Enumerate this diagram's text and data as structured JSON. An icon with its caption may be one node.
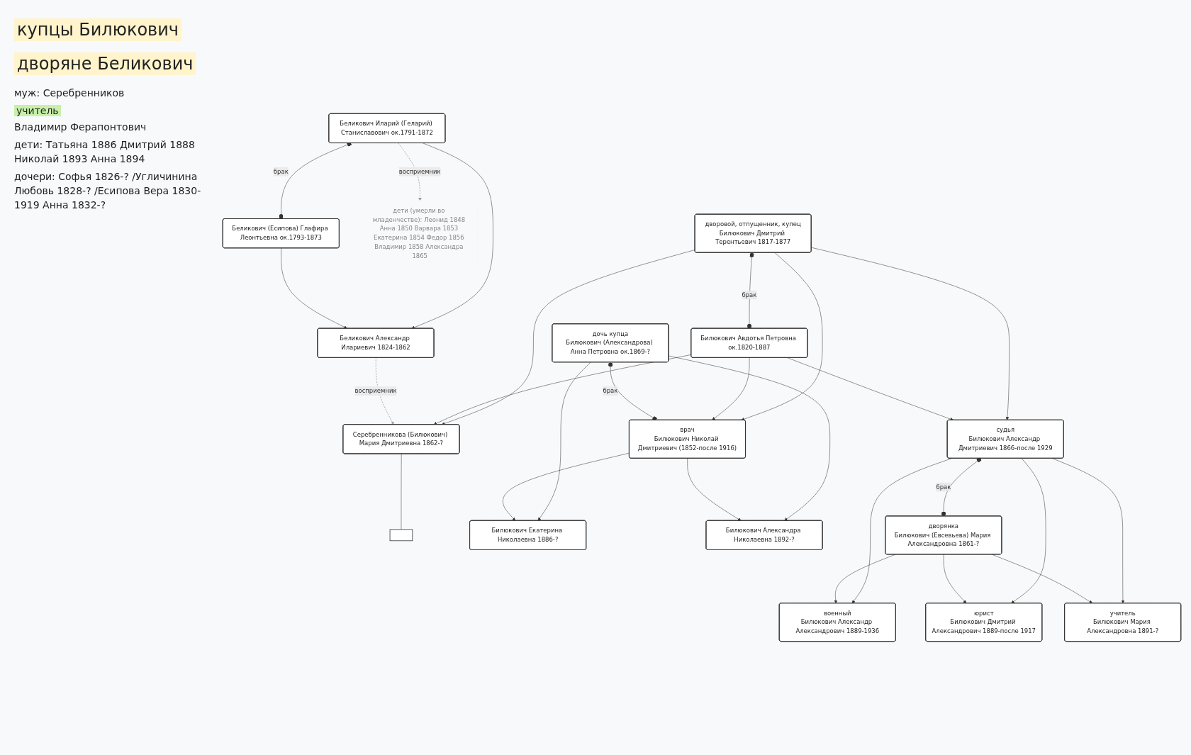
{
  "diagram": {
    "nodes": [
      {
        "text": [
          "дворовой, отпущенник, купец",
          "Билюкович Дмитрий Терентьевич 1817-1877"
        ]
      },
      {
        "text": [
          "Билюкович Авдотья Петровна ок.1820-1887"
        ]
      },
      {
        "text": [
          "дочь купца",
          "Билюкович (Александрова) Анна Петровна ок.1869-?"
        ]
      },
      {
        "text": [
          "врач",
          "Билюкович Николай Дмитриевич (1852-после 1916)"
        ]
      },
      {
        "text": [
          "Серебренникова (Билюкович) Мария Дмитриевна 1862-?"
        ]
      },
      {
        "text": [
          "судья",
          "Билюкович Александр Дмитриевич 1866-после 1929"
        ]
      },
      {
        "text": [
          "дворянка",
          "Билюкович (Евсевьева) Мария Александровна 1861-?"
        ]
      },
      {
        "text": [
          "Билюкович Екатерина Николаевна 1886-?"
        ]
      },
      {
        "text": [
          "Билюкович Александра Николаевна 1892-?"
        ]
      },
      {
        "text": [
          "военный",
          "Билюкович Александр Александрович 1889-1936"
        ]
      },
      {
        "text": [
          "юрист",
          "Билюкович Дмитрий Александрович 1889-после 1917"
        ]
      },
      {
        "text": [
          "учитель",
          "Билюкович Мария Александровна 1891-?"
        ]
      },
      {
        "text": [
          "Беликович Иларий (Геларий) Станиславович ок.1791-1872"
        ]
      },
      {
        "text": [
          "Беликович (Есипова) Глафира Леонтьевна ок.1793-1873"
        ]
      },
      {
        "text": [
          "Беликович Александр Илариевич 1824-1862"
        ]
      },
      {
        "text": [],
        "shape": "box"
      },
      {
        "text": [
          "дети (умерли во младенчестве): Леонид 1848 Анна 1850 Варвара 1853 Екатерина 1854 Федор 1856 Владимир 1858 Александра 1865"
        ]
      }
    ],
    "edges": [
      {
        "from": 0,
        "to": 1,
        "arrow": "other",
        "label": "брак"
      },
      {
        "from": 0,
        "to": 3,
        "arrow": "to"
      },
      {
        "from": 1,
        "to": 3,
        "arrow": "to"
      },
      {
        "from": 0,
        "to": 4,
        "arrow": "to"
      },
      {
        "from": 1,
        "to": 4,
        "arrow": "to"
      },
      {
        "from": 0,
        "to": 5,
        "arrow": "to"
      },
      {
        "from": 1,
        "to": 5,
        "arrow": "to"
      },
      {
        "from": 2,
        "to": 3,
        "arrow": "other",
        "label": "брак"
      },
      {
        "from": 2,
        "to": 7,
        "arrow": "to"
      },
      {
        "from": 3,
        "to": 7,
        "arrow": "to"
      },
      {
        "from": 2,
        "to": 8,
        "arrow": "to"
      },
      {
        "from": 3,
        "to": 8,
        "arrow": "to"
      },
      {
        "from": 5,
        "to": 6,
        "arrow": "other",
        "label": "брак"
      },
      {
        "from": 5,
        "to": 9,
        "arrow": "to"
      },
      {
        "from": 6,
        "to": 9,
        "arrow": "to"
      },
      {
        "from": 5,
        "to": 10,
        "arrow": "to"
      },
      {
        "from": 6,
        "to": 10,
        "arrow": "to"
      },
      {
        "from": 5,
        "to": 11,
        "arrow": "to"
      },
      {
        "from": 6,
        "to": 11,
        "arrow": "to"
      },
      {
        "from": 4,
        "to": 15,
        "arrow": "none"
      },
      {
        "from": 12,
        "to": 13,
        "arrow": "other",
        "label": "брак"
      },
      {
        "from": 12,
        "to": 14,
        "arrow": "to"
      },
      {
        "from": 13,
        "to": 14,
        "arrow": "to"
      },
      {
        "from": 12,
        "to": 16,
        "arrow": "to",
        "label": "восприемник",
        "style": "dashed",
        "color": "#9e9e9e"
      },
      {
        "from": 14,
        "to": 4,
        "arrow": "to",
        "label": "восприемник",
        "style": "dashed",
        "color": "#9e9e9e"
      }
    ],
    "labels": [
      "купцы Билюкович",
      "дворяне Беликович",
      "муж: Серебренников",
      "учитель",
      "Владимир Ферапонтович",
      "дети: Татьяна 1886 Дмитрий 1888 Николай 1893 Анна 1894",
      "дочери: Софья 1826-? /Угличинина Любовь 1828-? /Есипова Вера 1830-1919 Анна 1832-?"
    ]
  }
}
